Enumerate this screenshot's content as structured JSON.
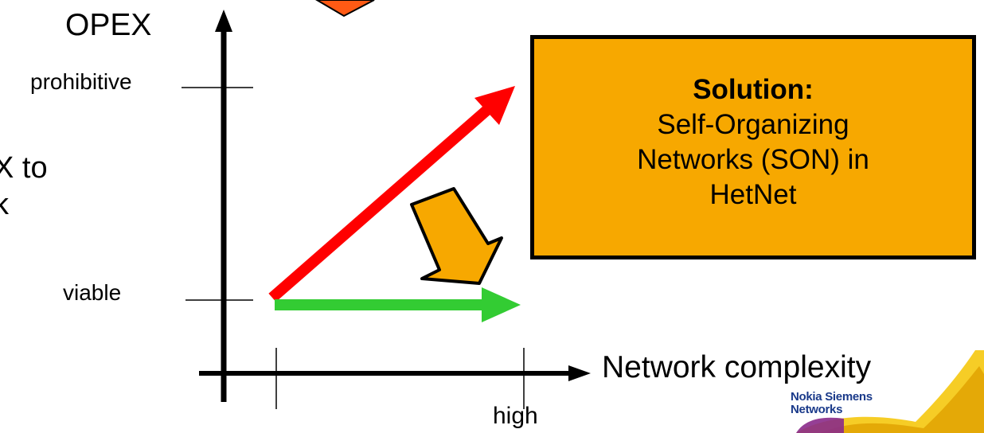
{
  "axis": {
    "y_label": "OPEX",
    "x_label": "Network complexity",
    "y_tick_high": "prohibitive",
    "y_tick_low": "viable",
    "x_tick_high": "high"
  },
  "left_fragment": {
    "line1": "X to",
    "line2": "k"
  },
  "solution": {
    "title": "Solution:",
    "line1": "Self-Organizing",
    "line2": "Networks (SON) in",
    "line3": "HetNet"
  },
  "logo": {
    "line1": "Nokia Siemens",
    "line2": "Networks"
  },
  "colors": {
    "red_arrow": "#ff0000",
    "green_arrow": "#33cc33",
    "orange_arrow": "#f7a800",
    "solution_box": "#f7a800",
    "logo_wave": "#e8b400"
  }
}
